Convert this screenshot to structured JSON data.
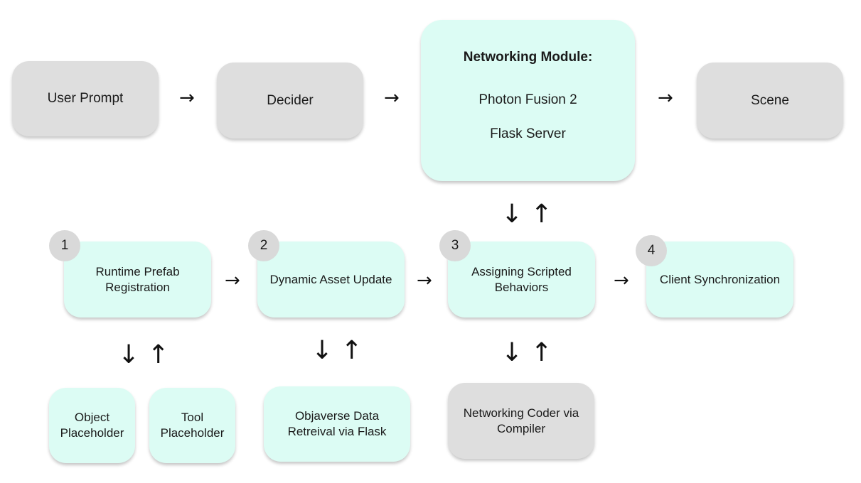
{
  "colors": {
    "gray_box": "#dedede",
    "mint_box": "#dcfcf4",
    "badge": "#d9d9d9",
    "arrow": "#111111"
  },
  "top_row": {
    "user_prompt": "User Prompt",
    "decider": "Decider",
    "networking_module": {
      "title": "Networking Module:",
      "line1": "Photon Fusion 2",
      "line2": "Flask Server"
    },
    "scene": "Scene"
  },
  "steps": [
    {
      "number": "1",
      "label": "Runtime Prefab Registration"
    },
    {
      "number": "2",
      "label": "Dynamic Asset Update"
    },
    {
      "number": "3",
      "label": "Assigning Scripted Behaviors"
    },
    {
      "number": "4",
      "label": "Client Synchronization"
    }
  ],
  "bottom_row": {
    "object_placeholder": "Object Placeholder",
    "tool_placeholder": "Tool Placeholder",
    "objaverse": "Objaverse Data Retreival via Flask",
    "networking_coder": "Networking Coder via Compiler"
  },
  "arrows": {
    "right": "→",
    "bidirectional": "↓ ↑"
  }
}
